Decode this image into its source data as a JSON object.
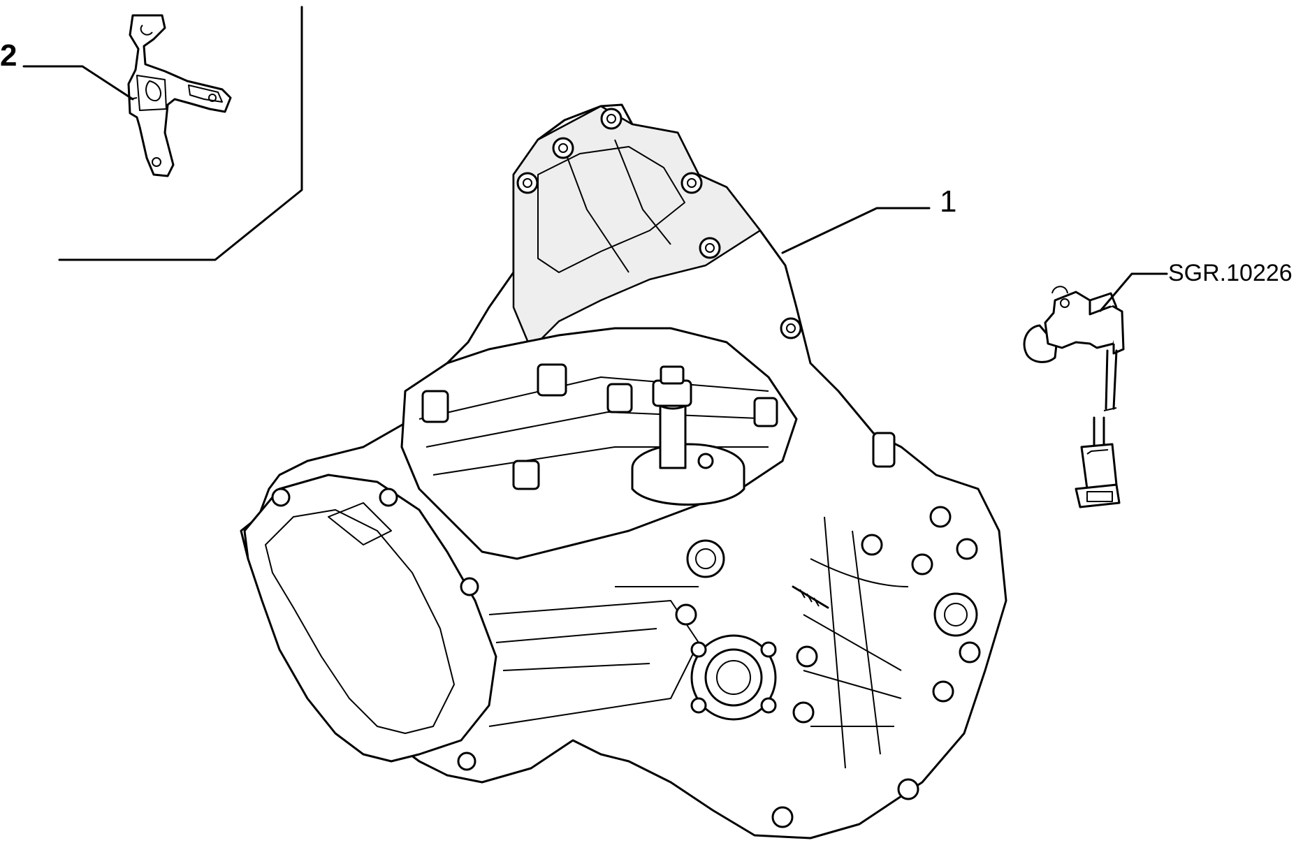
{
  "callouts": {
    "item_1": "1",
    "item_2": "2",
    "reference": "SGR.10226"
  },
  "colors": {
    "line": "#000000",
    "background": "#ffffff"
  }
}
